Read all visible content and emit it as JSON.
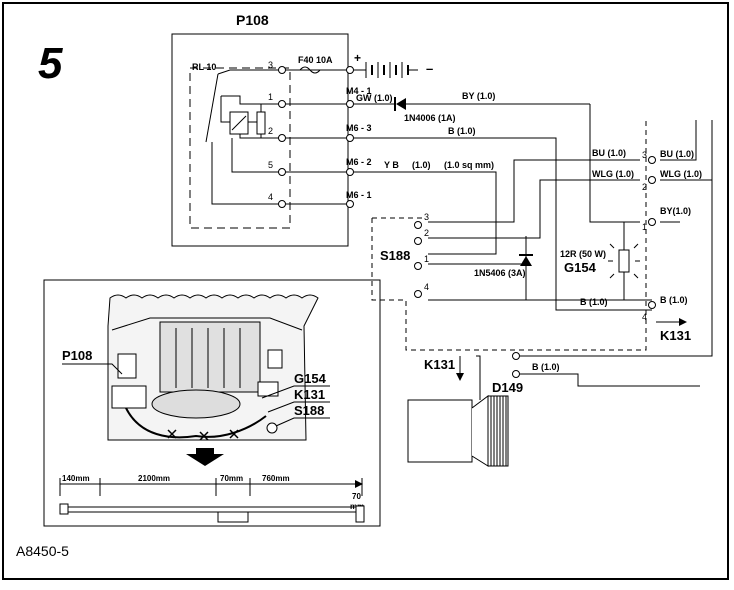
{
  "figure": {
    "step_number": "5",
    "figure_id": "A8450-5",
    "colors": {
      "line": "#000000",
      "background": "#ffffff",
      "shade": "#dcdcdc"
    }
  },
  "relay_box": {
    "title": "P108",
    "relay": "RL 10",
    "fuse": "F40 10A",
    "plus": "+",
    "minus": "–",
    "pins": [
      "3",
      "1",
      "2",
      "5",
      "4"
    ],
    "terminals": [
      "M4 - 1",
      "M6 - 3",
      "M6 - 2",
      "M6 - 1"
    ]
  },
  "wires": {
    "gw": "GW (1.0)",
    "diode_1": "1N4006 (1A)",
    "by": "BY (1.0)",
    "b": "B (1.0)",
    "yb": "Y B",
    "yb_size": "(1.0)",
    "yb_section": "(1.0 sq mm)",
    "bu": "BU (1.0)",
    "wlg": "WLG (1.0)",
    "by_g154": "BY(1.0)",
    "b_left": "B (1.0)",
    "b_right": "B (1.0)",
    "b_d149": "B (1.0)",
    "diode_2": "1N5406 (3A)"
  },
  "connectors": {
    "s188": {
      "label": "S188",
      "pins": [
        "3",
        "2",
        "1",
        "4"
      ]
    },
    "g154": {
      "label": "G154",
      "resistor": "12R (50 W)",
      "pins": [
        "3",
        "2",
        "1",
        "4"
      ]
    },
    "k131": "K131",
    "d149": "D149"
  },
  "inset": {
    "labels": [
      "P108",
      "G154",
      "K131",
      "S188"
    ],
    "dimensions": [
      "140mm",
      "2100mm",
      "70mm",
      "760mm",
      "70",
      "mm"
    ]
  }
}
